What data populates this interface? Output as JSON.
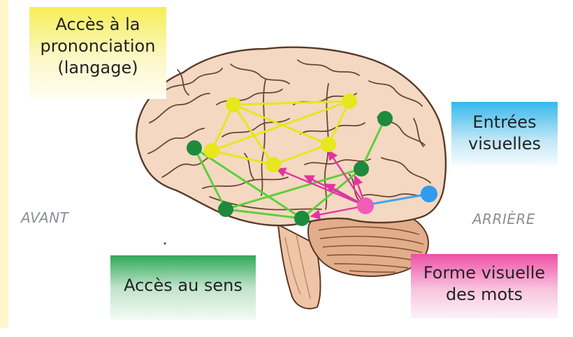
{
  "labels": {
    "pronunciation": "Accès à la\nprononciation\n(langage)",
    "visual_input": "Entrées\nvisuelles",
    "meaning": "Accès au sens",
    "word_form": "Forme visuelle\ndes mots"
  },
  "directions": {
    "front": "AVANT",
    "back": "ARRIÈRE"
  },
  "colors": {
    "pronunciation": "#e8e61c",
    "meaning": "#1e8a3c",
    "word_form": "#f05cb8",
    "visual_input": "#2f9cf0",
    "brain": "#f3d6bf",
    "brain_outline": "#5a3a28"
  }
}
